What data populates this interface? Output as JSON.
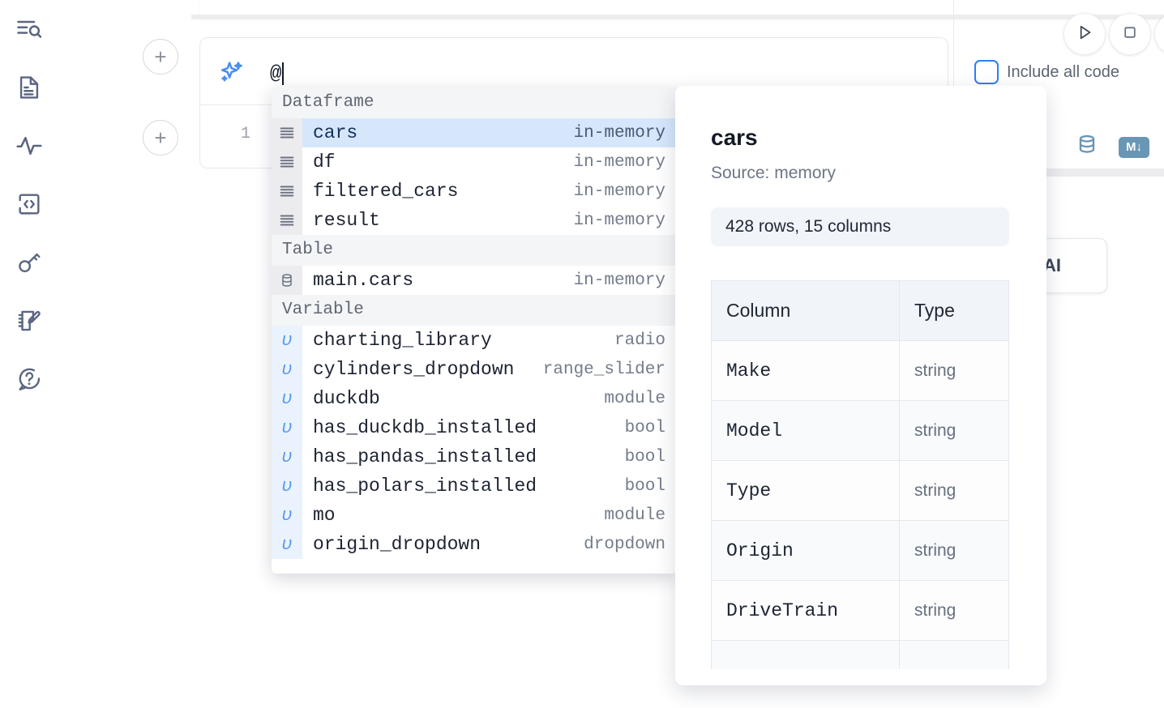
{
  "rail": {
    "items": [
      {
        "name": "explore-search-icon",
        "label": "Explore"
      },
      {
        "name": "file-document-icon",
        "label": "Files"
      },
      {
        "name": "activity-pulse-icon",
        "label": "Variables"
      },
      {
        "name": "code-brackets-icon",
        "label": "Snippets"
      },
      {
        "name": "key-icon",
        "label": "Secrets"
      },
      {
        "name": "notebook-edit-icon",
        "label": "Scratchpad"
      },
      {
        "name": "help-chat-icon",
        "label": "Help"
      }
    ]
  },
  "cell": {
    "add_button_label": "+",
    "ai_prompt_value": "@",
    "line_number": "1",
    "sparkle_icon": "sparkle-ai-icon"
  },
  "toolbar": {
    "run_icon": "play-triangle-icon",
    "stop_icon": "stop-square-icon",
    "include_all_code_label": "Include all code",
    "include_all_code_checked": false,
    "database_icon": "database-icon",
    "markdown_icon": "markdown-down-icon",
    "markdown_badge_text": "M",
    "ai_button_label": "h AI",
    "accent_color": "#2f7df6"
  },
  "autocomplete": {
    "sections": [
      {
        "title": "Dataframe",
        "kind": "dataframe",
        "icon": "dataframe-lines-icon",
        "rows": [
          {
            "name": "cars",
            "meta": "in-memory",
            "selected": true
          },
          {
            "name": "df",
            "meta": "in-memory",
            "selected": false
          },
          {
            "name": "filtered_cars",
            "meta": "in-memory",
            "selected": false
          },
          {
            "name": "result",
            "meta": "in-memory",
            "selected": false
          }
        ]
      },
      {
        "title": "Table",
        "kind": "table",
        "icon": "table-database-icon",
        "rows": [
          {
            "name": "main.cars",
            "meta": "in-memory",
            "selected": false
          }
        ]
      },
      {
        "title": "Variable",
        "kind": "variable",
        "icon": "variable-upsilon-icon",
        "glyph": "υ",
        "rows": [
          {
            "name": "charting_library",
            "meta": "radio",
            "selected": false
          },
          {
            "name": "cylinders_dropdown",
            "meta": "range_slider",
            "selected": false
          },
          {
            "name": "duckdb",
            "meta": "module",
            "selected": false
          },
          {
            "name": "has_duckdb_installed",
            "meta": "bool",
            "selected": false
          },
          {
            "name": "has_pandas_installed",
            "meta": "bool",
            "selected": false
          },
          {
            "name": "has_polars_installed",
            "meta": "bool",
            "selected": false
          },
          {
            "name": "mo",
            "meta": "module",
            "selected": false
          },
          {
            "name": "origin_dropdown",
            "meta": "dropdown",
            "selected": false
          }
        ]
      }
    ]
  },
  "detail": {
    "title": "cars",
    "source": "Source: memory",
    "shape": "428 rows, 15 columns",
    "table": {
      "headers": [
        "Column",
        "Type"
      ],
      "rows": [
        [
          "Make",
          "string"
        ],
        [
          "Model",
          "string"
        ],
        [
          "Type",
          "string"
        ],
        [
          "Origin",
          "string"
        ],
        [
          "DriveTrain",
          "string"
        ]
      ]
    }
  }
}
